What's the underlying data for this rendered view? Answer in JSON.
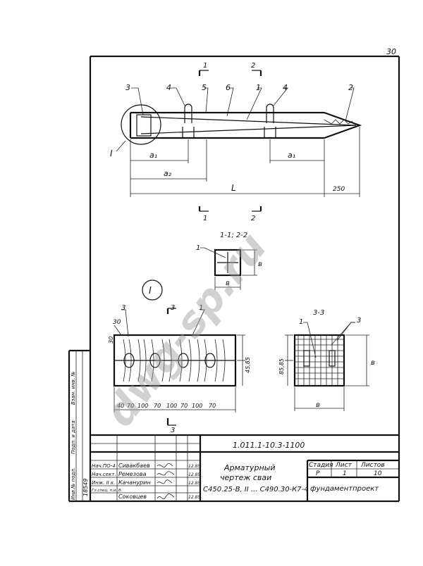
{
  "page_number": "30",
  "watermark": "dwg-sp.ru",
  "callouts": {
    "n1": "1",
    "n2": "2",
    "n3": "3",
    "n4": "4",
    "n5": "5",
    "n6": "6",
    "roman1": "I"
  },
  "sections": {
    "s1": "1",
    "s2": "2",
    "s3": "3",
    "s12_title": "1-1; 2-2",
    "s33_title": "3-3"
  },
  "dims": {
    "a1": "a₁",
    "a2": "a₂",
    "L": "L",
    "d250": "250",
    "b": "в",
    "d30": "30",
    "d45_85": "45,85",
    "d85_85": "85,85"
  },
  "detail_dims": [
    "40",
    "70",
    "100",
    "70",
    "100",
    "70",
    "100",
    "70"
  ],
  "title_block": {
    "doc_code": "1.011.1-10.3-1100",
    "title_line1": "Арматурный",
    "title_line2": "чертеж   сваи",
    "title_line3": "С450.25-В, II ... С490.30-К7-4",
    "stage_label": "Стадия",
    "sheet_label": "Лист",
    "sheets_label": "Листов",
    "stage_value": "Р",
    "sheet_value": "1",
    "sheets_value": "10",
    "org": "фундаментпроект",
    "rows": [
      {
        "role": "Нач.ПО-4",
        "name": "Сивакбаев"
      },
      {
        "role": "Нач.сект.",
        "name": "Ремезова"
      },
      {
        "role": "Инж. II к.",
        "name": "Качанурин"
      },
      {
        "role": "Гл.спец. п.и. В.",
        "name": "Соковцев"
      }
    ],
    "dates": [
      "12.85",
      "12.85",
      "12.85",
      "12.85"
    ]
  },
  "side_stamp": {
    "col1": "Инв.№ подл.",
    "col2": "Подп. и дата",
    "col3": "Взам. инв. №",
    "inv_number": "18549"
  }
}
